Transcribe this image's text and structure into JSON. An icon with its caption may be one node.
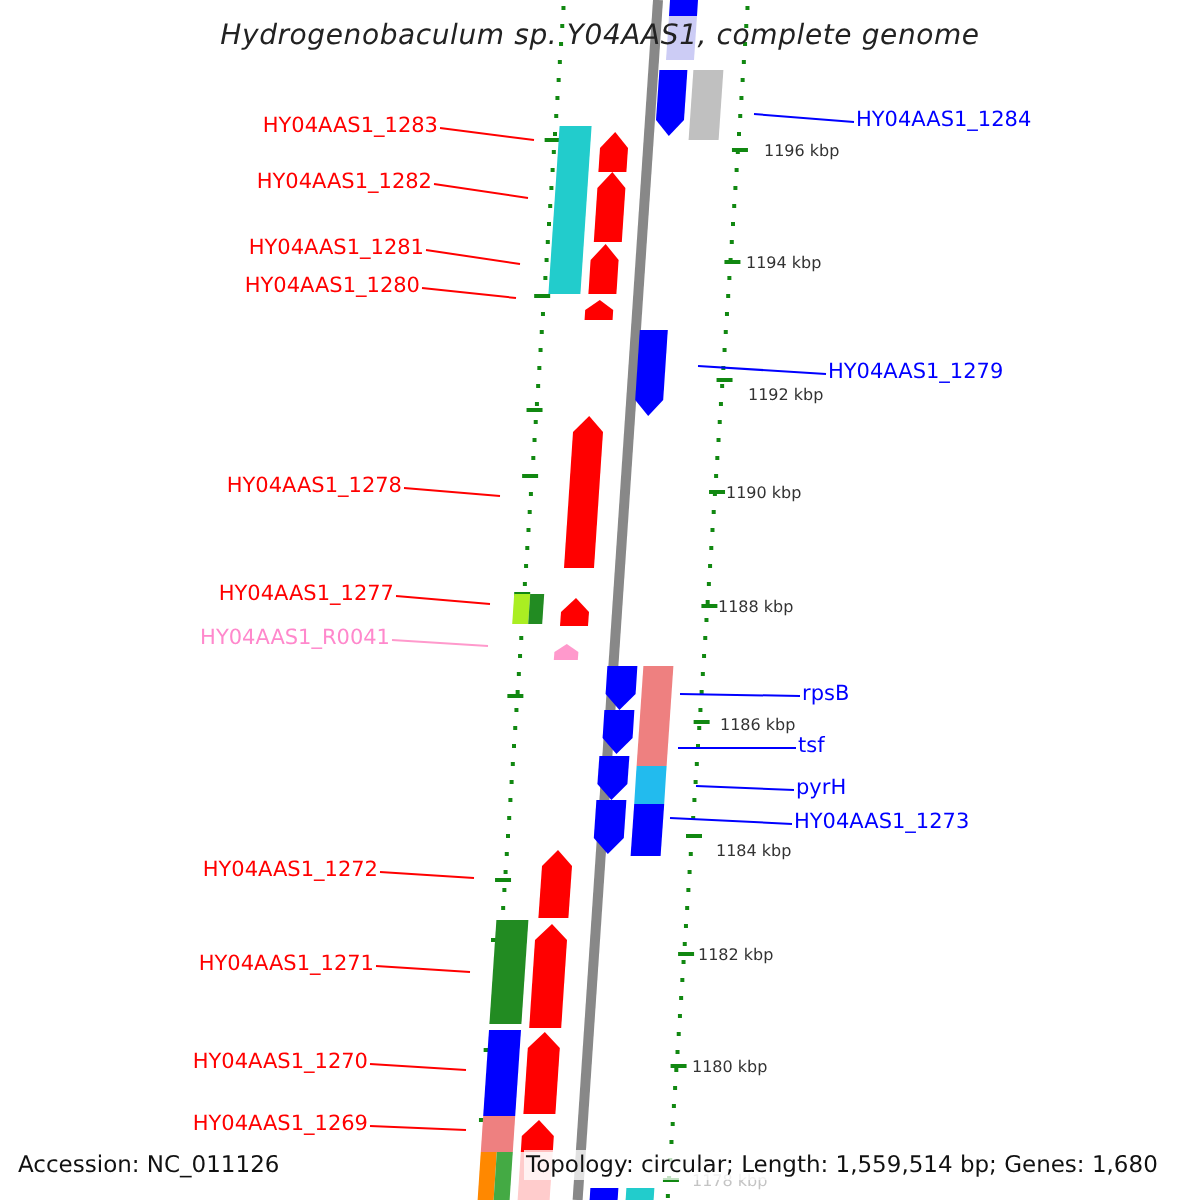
{
  "diagram": {
    "title": "Hydrogenobaculum sp. Y04AAS1, complete genome",
    "nodes": [
      {
        "text": [
          "HY04AAS1_1283"
        ]
      },
      {
        "text": [
          "HY04AAS1_1282"
        ]
      },
      {
        "text": [
          "HY04AAS1_1281"
        ]
      },
      {
        "text": [
          "HY04AAS1_1280"
        ]
      },
      {
        "text": [
          "HY04AAS1_1278"
        ]
      },
      {
        "text": [
          "HY04AAS1_1277"
        ]
      },
      {
        "text": [
          "HY04AAS1_R0041"
        ]
      },
      {
        "text": [
          "HY04AAS1_1272"
        ]
      },
      {
        "text": [
          "HY04AAS1_1271"
        ]
      },
      {
        "text": [
          "HY04AAS1_1270"
        ]
      },
      {
        "text": [
          "HY04AAS1_1269"
        ]
      },
      {
        "text": [
          "HY04AAS1_1284"
        ]
      },
      {
        "text": [
          "HY04AAS1_1279"
        ]
      },
      {
        "text": [
          "rpsB"
        ]
      },
      {
        "text": [
          "tsf"
        ]
      },
      {
        "text": [
          "pyrH"
        ]
      },
      {
        "text": [
          "HY04AAS1_1273"
        ]
      }
    ],
    "edges": [
      {
        "from": 0,
        "to": null,
        "arrow": "none"
      },
      {
        "from": 1,
        "to": null,
        "arrow": "none"
      },
      {
        "from": 2,
        "to": null,
        "arrow": "none"
      },
      {
        "from": 3,
        "to": null,
        "arrow": "none"
      },
      {
        "from": 4,
        "to": null,
        "arrow": "none"
      },
      {
        "from": 5,
        "to": null,
        "arrow": "none"
      },
      {
        "from": 6,
        "to": null,
        "arrow": "none",
        "color": "#ff99cc"
      },
      {
        "from": 7,
        "to": null,
        "arrow": "none"
      },
      {
        "from": 8,
        "to": null,
        "arrow": "none"
      },
      {
        "from": 9,
        "to": null,
        "arrow": "none"
      },
      {
        "from": 10,
        "to": null,
        "arrow": "none"
      },
      {
        "from": 11,
        "to": null,
        "arrow": "none",
        "color": "#0000ff"
      },
      {
        "from": 12,
        "to": null,
        "arrow": "none",
        "color": "#0000ff"
      },
      {
        "from": 13,
        "to": null,
        "arrow": "none",
        "color": "#0000ff"
      },
      {
        "from": 14,
        "to": null,
        "arrow": "none",
        "color": "#0000ff"
      },
      {
        "from": 15,
        "to": null,
        "arrow": "none",
        "color": "#0000ff"
      },
      {
        "from": 16,
        "to": null,
        "arrow": "none",
        "color": "#0000ff"
      }
    ],
    "labels": [
      "1196 kbp",
      "1194 kbp",
      "1192 kbp",
      "1190 kbp",
      "1188 kbp",
      "1186 kbp",
      "1184 kbp",
      "1182 kbp",
      "1180 kbp",
      "Accession: NC_011126",
      "Topology: circular; Length: 1,559,514 bp; Genes: 1,680",
      "1178 kbp"
    ]
  }
}
